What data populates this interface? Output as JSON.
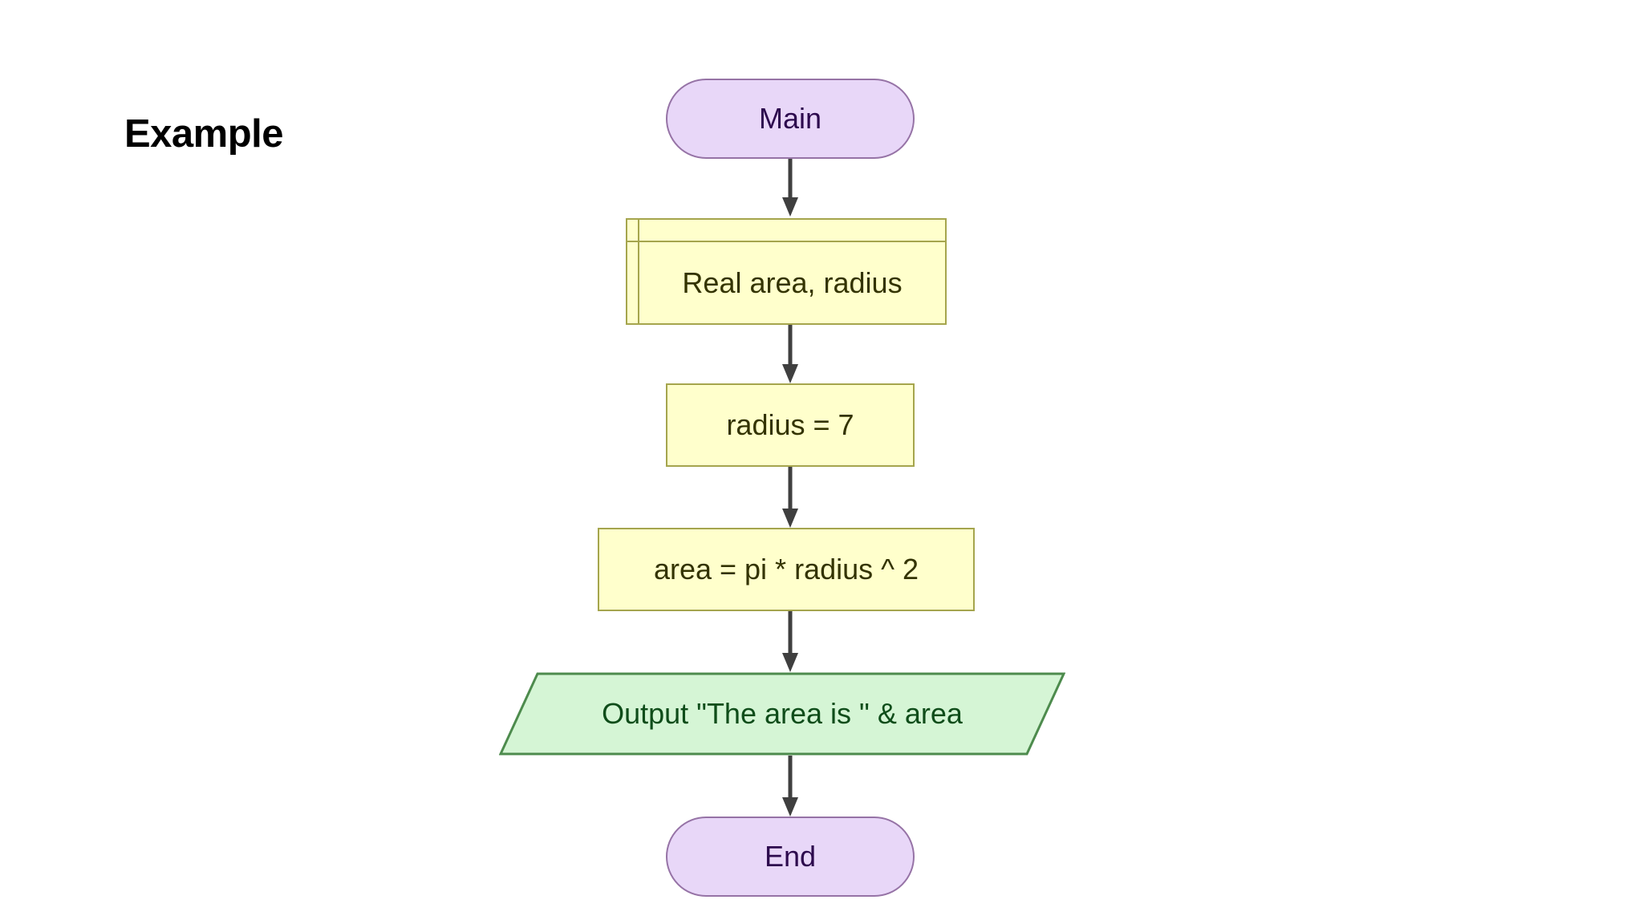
{
  "page": {
    "title": "Example",
    "background_color": "#ffffff"
  },
  "diagram": {
    "type": "flowchart",
    "orientation": "top-to-bottom",
    "palette": {
      "terminal_fill": "#e8d7f8",
      "terminal_stroke": "#9673a6",
      "terminal_text": "#2d0a4e",
      "process_fill": "#ffffcc",
      "process_stroke": "#a5a54d",
      "process_text": "#333300",
      "io_fill": "#d5f5d5",
      "io_stroke": "#4d8b4d",
      "io_text": "#0f4d1a",
      "connector": "#3f3f3f"
    },
    "nodes": [
      {
        "id": "start",
        "shape": "terminal",
        "label": "Main"
      },
      {
        "id": "declare",
        "shape": "declaration",
        "label": "Real area, radius"
      },
      {
        "id": "assign",
        "shape": "process",
        "label": "radius = 7"
      },
      {
        "id": "compute",
        "shape": "process",
        "label": "area = pi * radius ^ 2"
      },
      {
        "id": "output",
        "shape": "parallelogram",
        "label": "Output \"The area is \" & area"
      },
      {
        "id": "end",
        "shape": "terminal",
        "label": "End"
      }
    ],
    "edges": [
      {
        "from": "start",
        "to": "declare",
        "arrow": "down"
      },
      {
        "from": "declare",
        "to": "assign",
        "arrow": "down"
      },
      {
        "from": "assign",
        "to": "compute",
        "arrow": "down"
      },
      {
        "from": "compute",
        "to": "output",
        "arrow": "down"
      },
      {
        "from": "output",
        "to": "end",
        "arrow": "down"
      }
    ]
  }
}
